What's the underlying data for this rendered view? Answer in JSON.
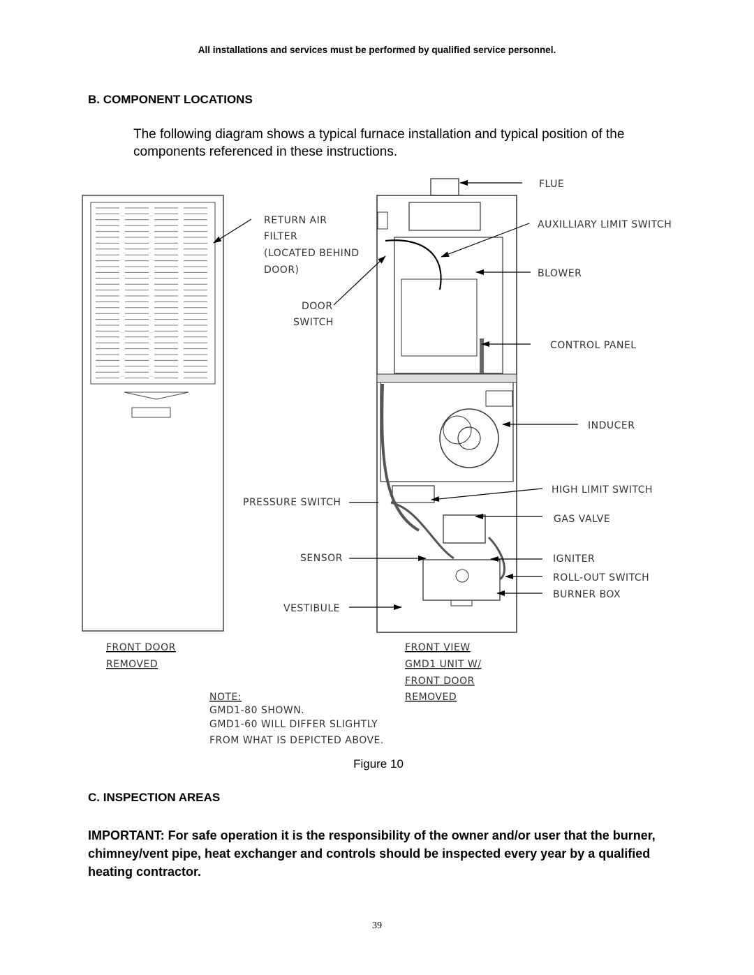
{
  "header": {
    "notice": "All installations and services must be performed by qualified service personnel."
  },
  "sections": {
    "b": {
      "title": "B. COMPONENT LOCATIONS",
      "intro": "The following diagram shows a typical furnace installation and typical position of the components referenced in these instructions."
    },
    "c": {
      "title": "C. INSPECTION AREAS",
      "important": "IMPORTANT:   For safe operation it is the responsibility of the owner and/or user that the burner, chimney/vent pipe, heat exchanger and controls should be inspected every year by a qualified heating contractor."
    }
  },
  "figure": {
    "caption": "Figure 10",
    "left_labels": {
      "return_air_1": "RETURN AIR",
      "return_air_2": "FILTER",
      "return_air_3": "(LOCATED BEHIND",
      "return_air_4": "DOOR)",
      "door_switch_1": "DOOR",
      "door_switch_2": "SWITCH",
      "pressure_switch": "PRESSURE SWITCH",
      "sensor": "SENSOR",
      "vestibule": "VESTIBULE"
    },
    "right_labels": {
      "flue": "FLUE",
      "aux_limit": "AUXILLIARY LIMIT SWITCH",
      "blower": "BLOWER",
      "control_panel": "CONTROL PANEL",
      "inducer": "INDUCER",
      "high_limit": "HIGH LIMIT SWITCH",
      "gas_valve": "GAS VALVE",
      "igniter": "IGNITER",
      "rollout": "ROLL-OUT SWITCH",
      "burner_box": "BURNER BOX"
    },
    "captions": {
      "front_door_1": "FRONT DOOR",
      "front_door_2": "REMOVED",
      "front_view_1": "FRONT VIEW",
      "front_view_2": "GMD1 UNIT W/",
      "front_view_3": "FRONT DOOR",
      "front_view_4": "REMOVED",
      "note_1": "NOTE:",
      "note_2": "GMD1-80 SHOWN.",
      "note_3": "GMD1-60 WILL DIFFER SLIGHTLY",
      "note_4": "FROM WHAT IS DEPICTED ABOVE."
    }
  },
  "footer": {
    "page_number": "39"
  }
}
